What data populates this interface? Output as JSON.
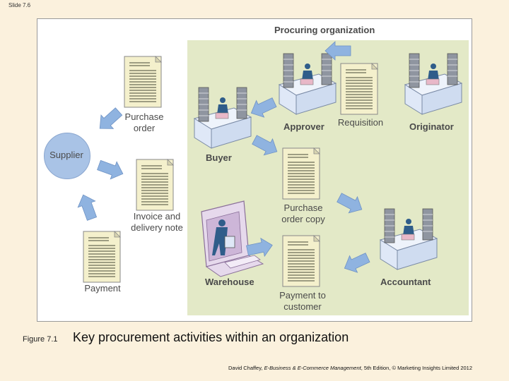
{
  "slide_number": "Slide 7.6",
  "organization_title": "Procuring organization",
  "nodes": {
    "supplier": "Supplier",
    "buyer": "Buyer",
    "approver": "Approver",
    "originator": "Originator",
    "warehouse": "Warehouse",
    "accountant": "Accountant"
  },
  "documents": {
    "purchase_order": [
      "Purchase",
      "order"
    ],
    "invoice": [
      "Invoice and",
      "delivery note"
    ],
    "payment": "Payment",
    "requisition": "Requisition",
    "purchase_order_copy": [
      "Purchase",
      "order copy"
    ],
    "payment_to_customer": [
      "Payment to",
      "customer"
    ]
  },
  "caption": {
    "figure_label": "Figure 7.1",
    "text": "Key procurement activities within an organization"
  },
  "credit": {
    "author": "David Chaffey, ",
    "book": "E-Business & E-Commerce Management",
    "rest": ", 5th Edition, © Marketing Insights Limited 2012"
  },
  "colors": {
    "org_panel": "#e3e9c7",
    "supplier": "#a9c3e6",
    "arrow": "#8fb3e0",
    "document": "#f4f0cc",
    "desk": "#dfe8f7",
    "warehouse": "#e6d9ec"
  }
}
